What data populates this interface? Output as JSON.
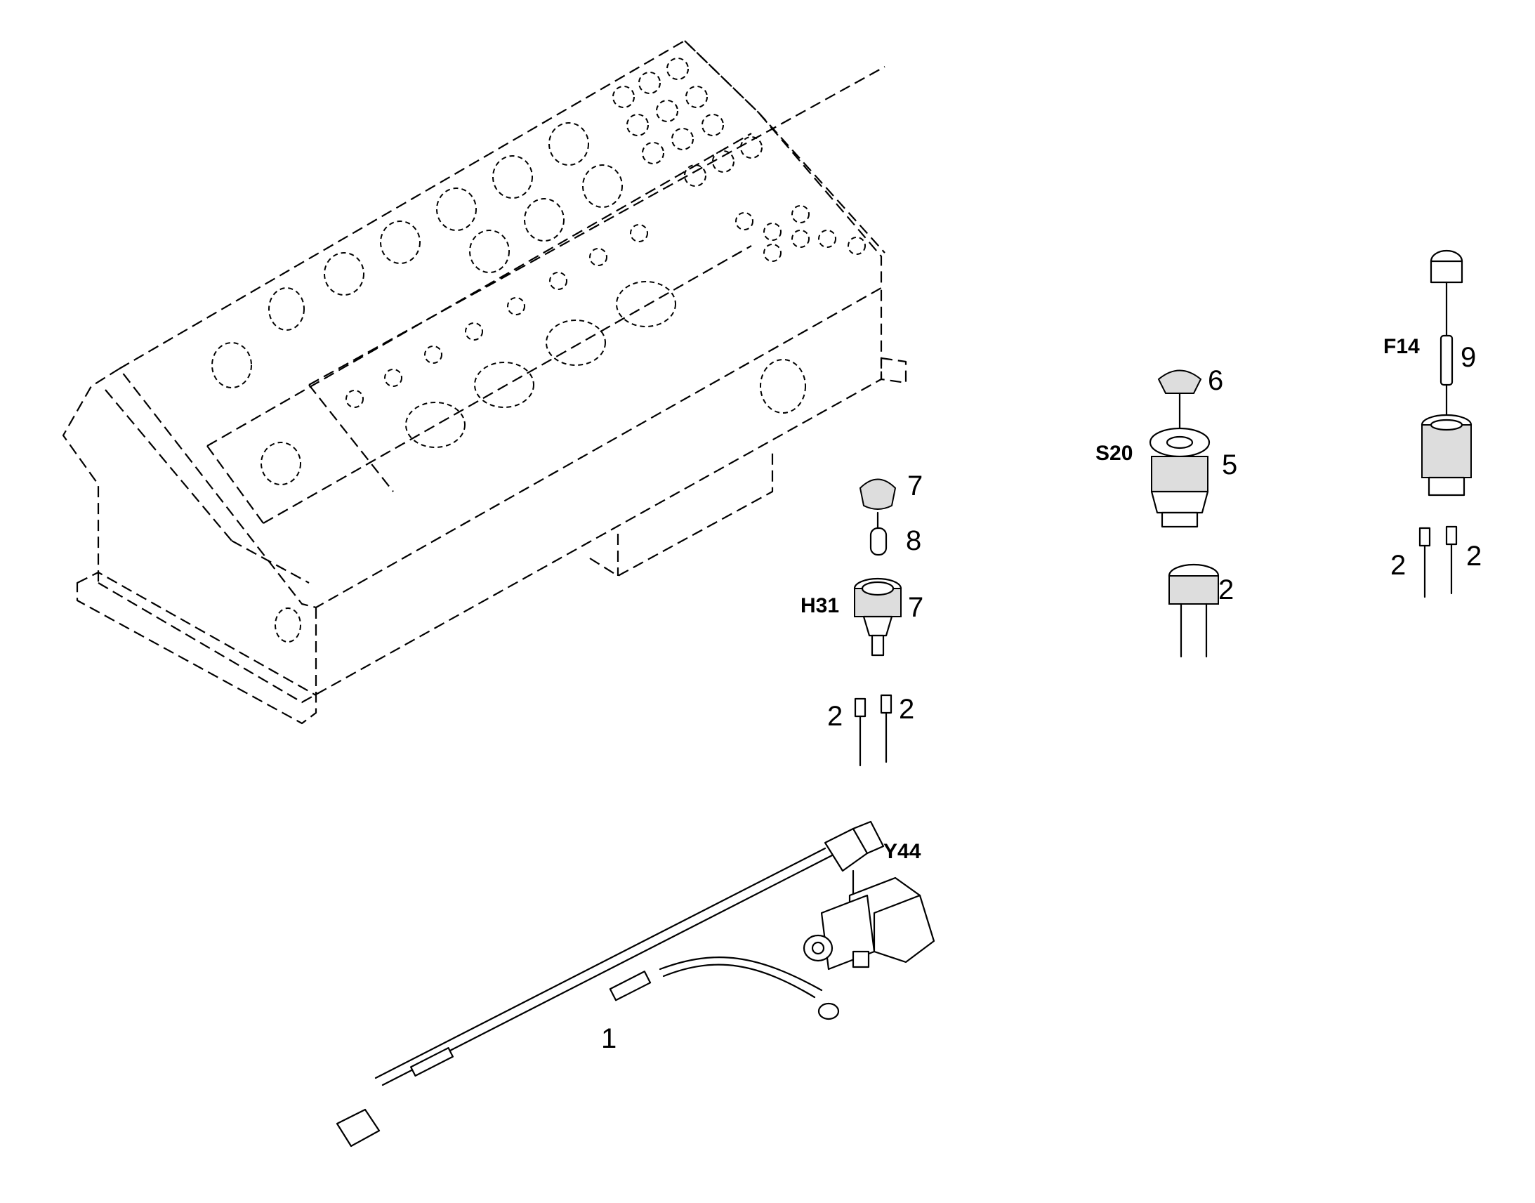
{
  "labels": {
    "h31": "H31",
    "s20": "S20",
    "f14": "F14",
    "y44": "Y44",
    "n1": "1",
    "n2": "2",
    "n5": "5",
    "n6": "6",
    "n7": "7",
    "n8": "8",
    "n9": "9"
  }
}
